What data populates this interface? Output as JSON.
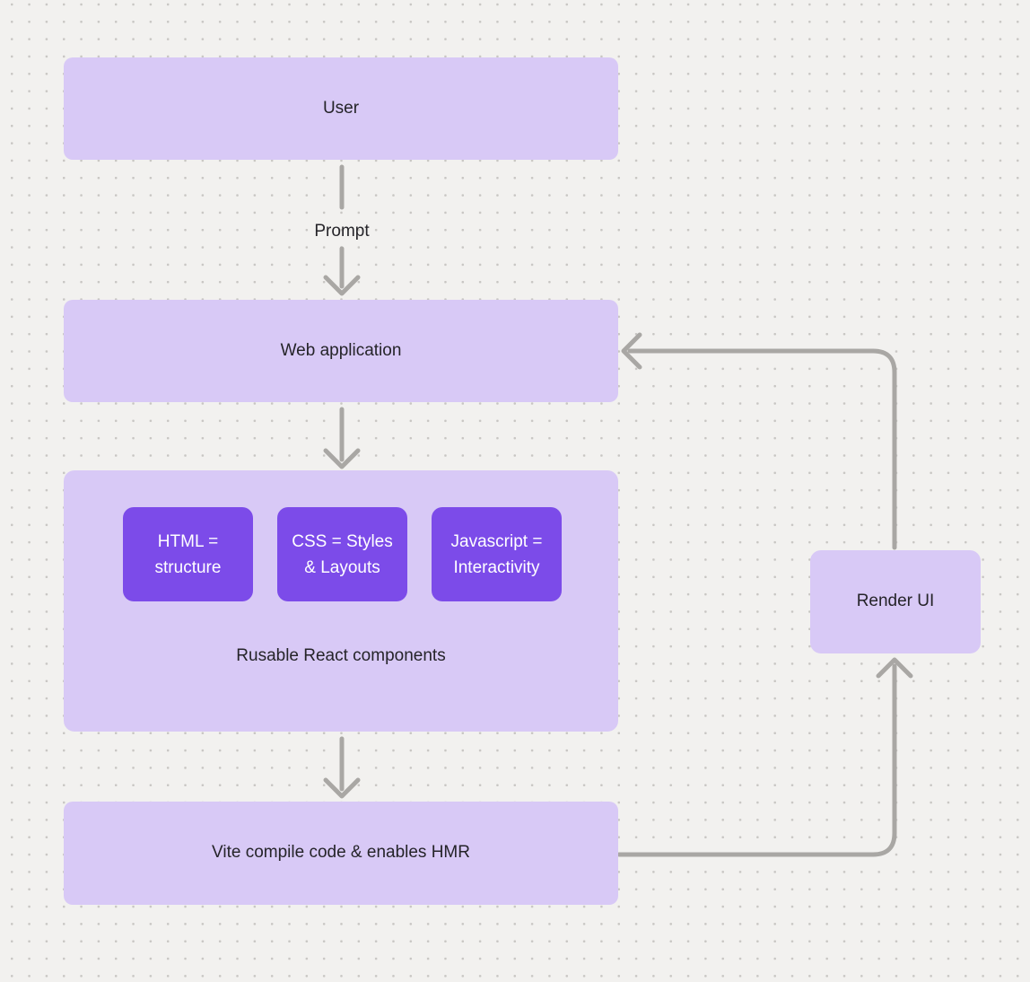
{
  "nodes": {
    "user": {
      "label": "User"
    },
    "web_application": {
      "label": "Web application"
    },
    "components": {
      "caption": "Rusable React components",
      "chips": [
        {
          "line1": "HTML =",
          "line2": "structure"
        },
        {
          "line1": "CSS = Styles",
          "line2": "& Layouts"
        },
        {
          "line1": "Javascript =",
          "line2": "Interactivity"
        }
      ]
    },
    "vite": {
      "label": "Vite compile code & enables HMR"
    },
    "render_ui": {
      "label": "Render UI"
    }
  },
  "edges": {
    "prompt_label": "Prompt"
  },
  "colors": {
    "background": "#f2f1ef",
    "dot": "#c8c6c3",
    "node_fill": "#d8c9f6",
    "chip_fill": "#7c4be9",
    "arrow": "#a9a7a4",
    "text": "#252429",
    "chip_text": "#ffffff"
  }
}
